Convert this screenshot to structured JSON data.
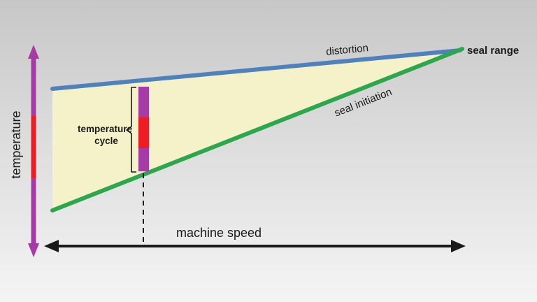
{
  "labels": {
    "distortion": "distortion",
    "seal_initiation": "seal initiation",
    "seal_range": "seal range",
    "temperature_axis": "temperature",
    "machine_speed_axis": "machine speed",
    "cycle_line1": "temperature",
    "cycle_line2": "cycle"
  },
  "colors": {
    "distortion_line": "#4f81bd",
    "seal_initiation_line": "#2ca74e",
    "seal_region_fill": "#f5f2c9",
    "temperature_arrow": "#a73ba5",
    "cycle_bar": "#a73ba5",
    "hot_zone_red": "#ee1c25",
    "axis_black": "#1a1a1a"
  }
}
